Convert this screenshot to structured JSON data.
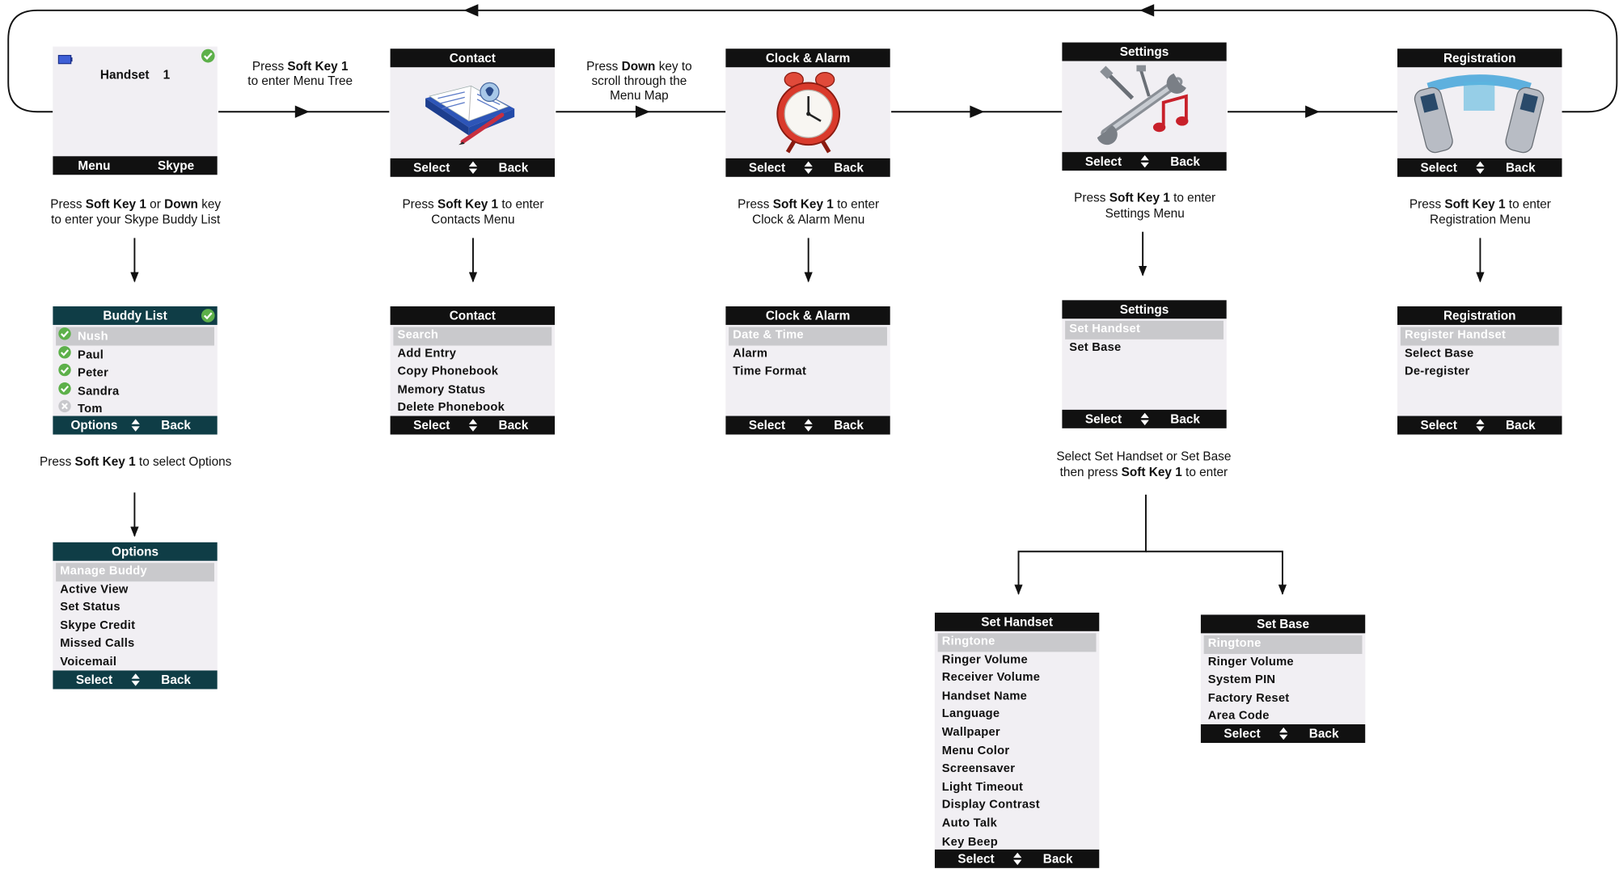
{
  "top_hints": {
    "softkey": {
      "pre": "Press ",
      "bold": "Soft Key 1",
      "post": "to enter Menu Tree"
    },
    "down": {
      "pre": "Press ",
      "bold": "Down",
      "post1": " key to",
      "post2": "scroll through the",
      "post3": "Menu Map"
    }
  },
  "home": {
    "handset_label": "Handset",
    "handset_number": "1",
    "left": "Menu",
    "right": "Skype"
  },
  "contact": {
    "title": "Contact",
    "left": "Select",
    "right": "Back"
  },
  "clock": {
    "title": "Clock & Alarm",
    "left": "Select",
    "right": "Back"
  },
  "settings": {
    "title": "Settings",
    "left": "Select",
    "right": "Back"
  },
  "registration": {
    "title": "Registration",
    "left": "Select",
    "right": "Back"
  },
  "captions": {
    "home": {
      "a": "Press ",
      "b": "Soft Key 1",
      "c": " or ",
      "d": "Down",
      "e": " key",
      "f": "to enter your Skype Buddy List"
    },
    "contact": {
      "a": "Press ",
      "b": "Soft Key 1",
      "c": " to enter",
      "f": "Contacts Menu"
    },
    "clock": {
      "a": "Press ",
      "b": "Soft Key 1",
      "c": " to enter",
      "f": "Clock & Alarm Menu"
    },
    "settings": {
      "a": "Press ",
      "b": "Soft Key 1",
      "c": " to enter",
      "f": "Settings Menu"
    },
    "registration": {
      "a": "Press ",
      "b": "Soft Key 1",
      "c": " to enter",
      "f": "Registration Menu"
    },
    "buddy": {
      "a": "Press ",
      "b": "Soft Key 1",
      "c": " to select Options"
    },
    "setsel": {
      "line1": "Select Set Handset or Set Base",
      "a": "then press ",
      "b": "Soft Key 1",
      "c": " to enter"
    }
  },
  "buddy_list": {
    "title": "Buddy List",
    "left": "Options",
    "right": "Back",
    "items": [
      {
        "label": "Nush",
        "status": "online"
      },
      {
        "label": "Paul",
        "status": "online"
      },
      {
        "label": "Peter",
        "status": "online"
      },
      {
        "label": "Sandra",
        "status": "online"
      },
      {
        "label": "Tom",
        "status": "offline"
      }
    ]
  },
  "contact_menu": {
    "title": "Contact",
    "left": "Select",
    "right": "Back",
    "items": [
      "Search",
      "Add Entry",
      "Copy Phonebook",
      "Memory Status",
      "Delete Phonebook"
    ]
  },
  "clock_menu": {
    "title": "Clock & Alarm",
    "left": "Select",
    "right": "Back",
    "items": [
      "Date & Time",
      "Alarm",
      "Time Format"
    ]
  },
  "settings_menu": {
    "title": "Settings",
    "left": "Select",
    "right": "Back",
    "items": [
      "Set Handset",
      "Set Base"
    ]
  },
  "registration_menu": {
    "title": "Registration",
    "left": "Select",
    "right": "Back",
    "items": [
      "Register Handset",
      "Select Base",
      "De-register"
    ]
  },
  "options_menu": {
    "title": "Options",
    "left": "Select",
    "right": "Back",
    "items": [
      "Manage Buddy",
      "Active View",
      "Set Status",
      "Skype Credit",
      "Missed Calls",
      "Voicemail"
    ]
  },
  "set_handset_menu": {
    "title": "Set Handset",
    "left": "Select",
    "right": "Back",
    "items": [
      "Ringtone",
      "Ringer Volume",
      "Receiver Volume",
      "Handset Name",
      "Language",
      "Wallpaper",
      "Menu Color",
      "Screensaver",
      "Light Timeout",
      "Display Contrast",
      "Auto Talk",
      "Key Beep"
    ]
  },
  "set_base_menu": {
    "title": "Set Base",
    "left": "Select",
    "right": "Back",
    "items": [
      "Ringtone",
      "Ringer Volume",
      "System PIN",
      "Factory Reset",
      "Area Code"
    ]
  },
  "colors": {
    "teal": "#0f3d46",
    "black": "#111111",
    "highlight": "#c9c9cc",
    "screen_bg": "#f1eff3",
    "online": "#5db04a"
  }
}
